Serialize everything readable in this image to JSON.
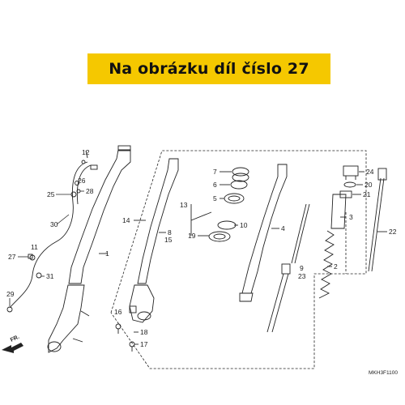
{
  "banner": {
    "text": "Na obrázku díl číslo 27",
    "color": "#f5c800"
  },
  "diagram": {
    "code": "MKH3F1100",
    "direction": "FR.",
    "labels": [
      "1",
      "2",
      "3",
      "4",
      "5",
      "6",
      "7",
      "8",
      "9",
      "10",
      "11",
      "12",
      "13",
      "14",
      "15",
      "16",
      "17",
      "18",
      "19",
      "20",
      "21",
      "22",
      "23",
      "24",
      "25",
      "26",
      "27",
      "28",
      "29",
      "30",
      "31"
    ]
  }
}
